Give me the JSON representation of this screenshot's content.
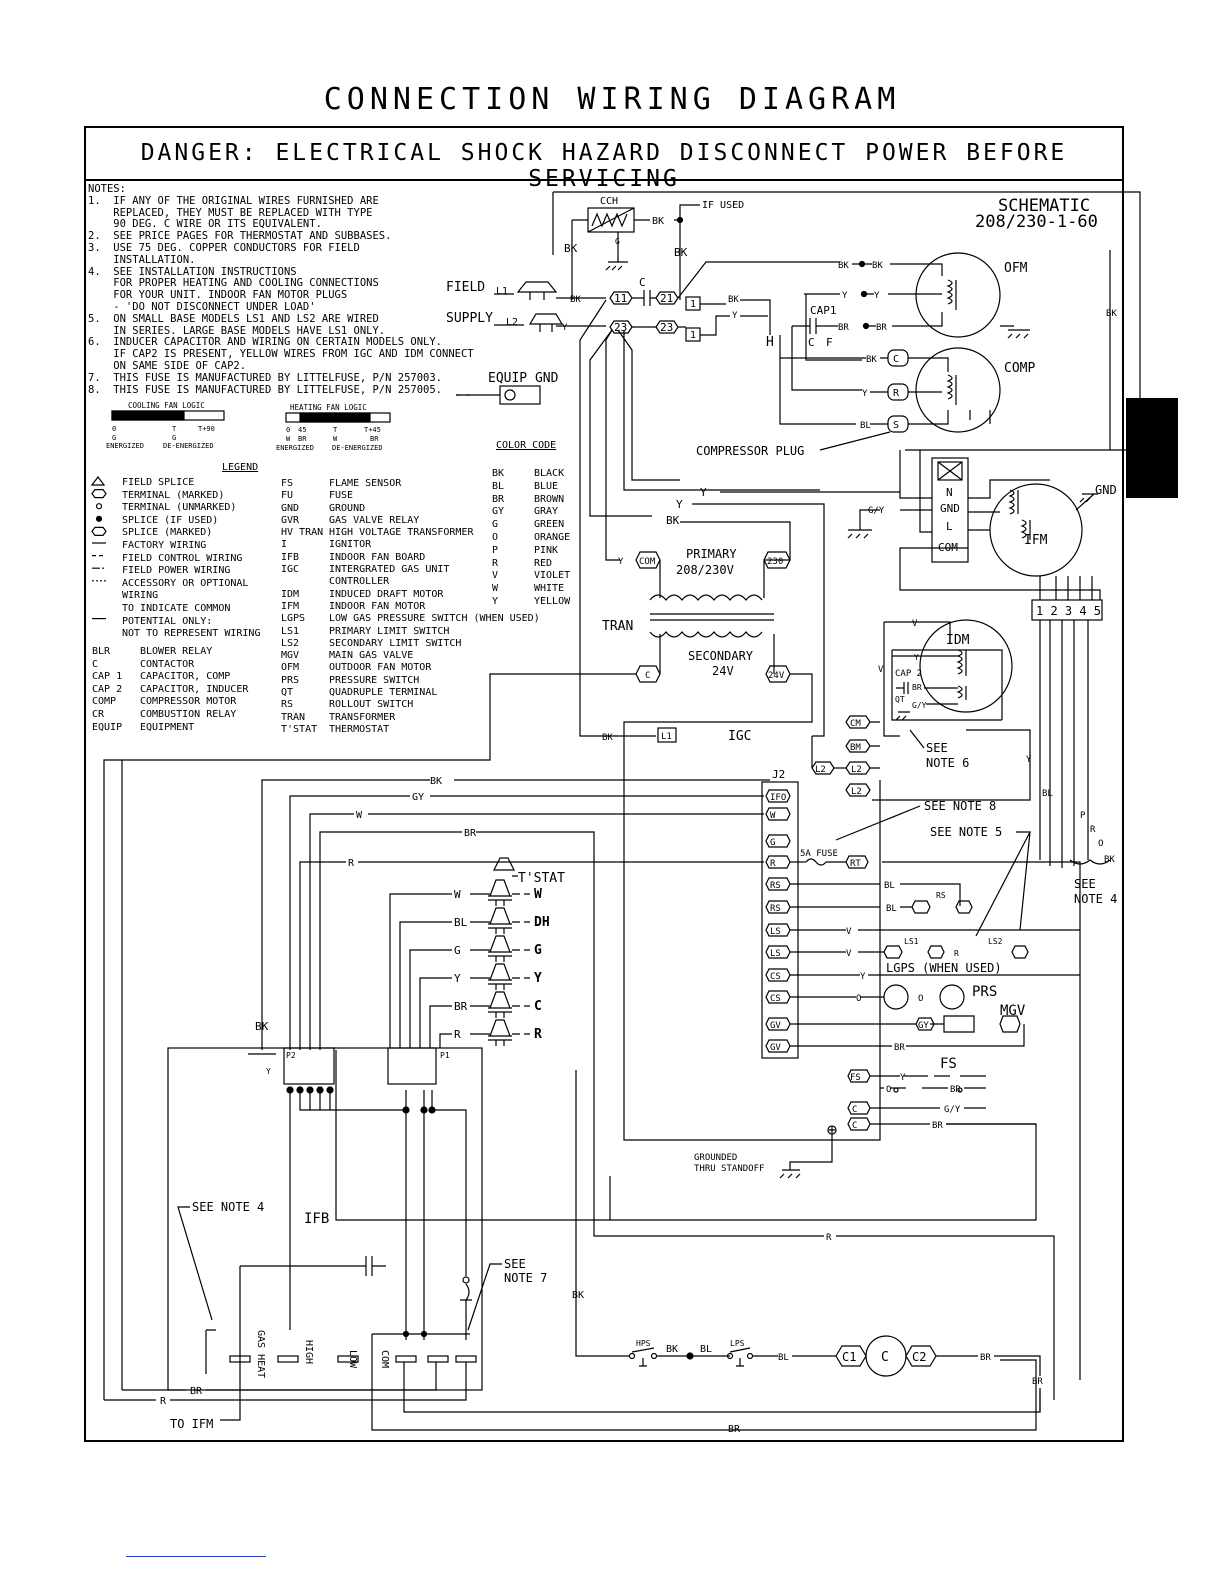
{
  "title": "CONNECTION WIRING DIAGRAM",
  "danger": "DANGER: ELECTRICAL SHOCK HAZARD DISCONNECT POWER BEFORE SERVICING",
  "notes_header": "NOTES:",
  "notes": [
    "1.  IF ANY OF THE ORIGINAL WIRES FURNISHED ARE",
    "    REPLACED, THEY MUST BE REPLACED WITH TYPE",
    "    90 DEG. C WIRE OR ITS EQUIVALENT.",
    "2.  SEE PRICE PAGES FOR THERMOSTAT AND SUBBASES.",
    "3.  USE 75 DEG. COPPER CONDUCTORS FOR FIELD",
    "    INSTALLATION.",
    "4.  SEE INSTALLATION INSTRUCTIONS",
    "    FOR PROPER HEATING AND COOLING CONNECTIONS",
    "    FOR YOUR UNIT. INDOOR FAN MOTOR PLUGS",
    "    - 'DO NOT DISCONNECT UNDER LOAD'",
    "5.  ON SMALL BASE MODELS LS1 AND LS2 ARE WIRED",
    "    IN SERIES. LARGE BASE MODELS HAVE LS1 ONLY.",
    "6.  INDUCER CAPACITOR AND WIRING ON CERTAIN MODELS ONLY.",
    "    IF CAP2 IS PRESENT, YELLOW WIRES FROM IGC AND IDM CONNECT",
    "    ON SAME SIDE OF CAP2.",
    "7.  THIS FUSE IS MANUFACTURED BY LITTELFUSE, P/N 257003.",
    "8.  THIS FUSE IS MANUFACTURED BY LITTELFUSE, P/N 257005."
  ],
  "cooling_fan_logic": {
    "title": "COOLING FAN LOGIC",
    "ticks": [
      "0",
      "T",
      "T+90"
    ],
    "states": [
      "G",
      "G"
    ],
    "captions": [
      "ENERGIZED",
      "DE-ENERGIZED"
    ]
  },
  "heating_fan_logic": {
    "title": "HEATING FAN LOGIC",
    "ticks": [
      "0",
      "45",
      "T",
      "T+45"
    ],
    "states": [
      "W",
      "BR",
      "W",
      "BR"
    ],
    "captions": [
      "ENERGIZED",
      "DE-ENERGIZED"
    ]
  },
  "color_code": {
    "title": "COLOR CODE",
    "rows": [
      [
        "BK",
        "BLACK"
      ],
      [
        "BL",
        "BLUE"
      ],
      [
        "BR",
        "BROWN"
      ],
      [
        "GY",
        "GRAY"
      ],
      [
        "G",
        "GREEN"
      ],
      [
        "O",
        "ORANGE"
      ],
      [
        "P",
        "PINK"
      ],
      [
        "R",
        "RED"
      ],
      [
        "V",
        "VIOLET"
      ],
      [
        "W",
        "WHITE"
      ],
      [
        "Y",
        "YELLOW"
      ]
    ]
  },
  "legend": {
    "title": "LEGEND",
    "symbols": [
      "FIELD SPLICE",
      "TERMINAL (MARKED)",
      "TERMINAL (UNMARKED)",
      "SPLICE (IF USED)",
      "SPLICE (MARKED)",
      "FACTORY WIRING",
      "FIELD CONTROL WIRING",
      "FIELD POWER WIRING",
      "ACCESSORY OR OPTIONAL",
      "WIRING",
      "",
      "TO INDICATE COMMON",
      "POTENTIAL ONLY:",
      "NOT TO REPRESENT WIRING"
    ],
    "abbrev_left": [
      [
        "BLR",
        "BLOWER RELAY"
      ],
      [
        "C",
        "CONTACTOR"
      ],
      [
        "CAP 1",
        "CAPACITOR, COMP"
      ],
      [
        "CAP 2",
        "CAPACITOR, INDUCER"
      ],
      [
        "COMP",
        "COMPRESSOR MOTOR"
      ],
      [
        "CR",
        "COMBUSTION RELAY"
      ],
      [
        "EQUIP",
        "EQUIPMENT"
      ]
    ],
    "abbrev_right": [
      [
        "FS",
        "FLAME SENSOR"
      ],
      [
        "FU",
        "FUSE"
      ],
      [
        "GND",
        "GROUND"
      ],
      [
        "GVR",
        "GAS VALVE RELAY"
      ],
      [
        "HV TRAN",
        "HIGH VOLTAGE TRANSFORMER"
      ],
      [
        "I",
        "IGNITOR"
      ],
      [
        "IFB",
        "INDOOR FAN BOARD"
      ],
      [
        "IGC",
        "INTERGRATED GAS UNIT"
      ],
      [
        "",
        "CONTROLLER"
      ],
      [
        "IDM",
        "INDUCED DRAFT MOTOR"
      ],
      [
        "IFM",
        "INDOOR FAN MOTOR"
      ],
      [
        "LGPS",
        "LOW GAS PRESSURE SWITCH (WHEN USED)"
      ],
      [
        "LS1",
        "PRIMARY LIMIT SWITCH"
      ],
      [
        "LS2",
        "SECONDARY LIMIT SWITCH"
      ],
      [
        "MGV",
        "MAIN GAS VALVE"
      ],
      [
        "OFM",
        "OUTDOOR FAN MOTOR"
      ],
      [
        "PRS",
        "PRESSURE SWITCH"
      ],
      [
        "QT",
        "QUADRUPLE TERMINAL"
      ],
      [
        "RS",
        "ROLLOUT SWITCH"
      ],
      [
        "TRAN",
        "TRANSFORMER"
      ],
      [
        "T'STAT",
        "THERMOSTAT"
      ]
    ]
  },
  "schematic": {
    "title": "SCHEMATIC",
    "rating": "208/230-1-60"
  },
  "labels": {
    "field": "FIELD",
    "supply": "SUPPLY",
    "l1": "L1",
    "l2": "L2",
    "equip_gnd": "EQUIP GND",
    "cch": "CCH",
    "if_used": "IF USED",
    "ofm": "OFM",
    "comp": "COMP",
    "cap1": "CAP1",
    "compressor_plug": "COMPRESSOR PLUG",
    "c": "C",
    "h": "H",
    "f": "F",
    "gnd": "GND",
    "n": "N",
    "l": "L",
    "com": "COM",
    "ifm": "IFM",
    "primary": "PRIMARY",
    "primary_v": "208/230V",
    "tran": "TRAN",
    "secondary": "SECONDARY",
    "secondary_v": "24V",
    "idm": "IDM",
    "cap2": "CAP 2",
    "qt": "QT",
    "see_note_6": "SEE",
    "note_6": "NOTE 6",
    "igc": "IGC",
    "j2": "J2",
    "see_note_8": "SEE NOTE 8",
    "see_note_5": "SEE NOTE 5",
    "fuse_5a": "5A FUSE",
    "see_note_4a": "SEE",
    "note_4a": "NOTE 4",
    "rs": "RS",
    "ls1": "LS1",
    "ls2": "LS2",
    "lgps": "LGPS (WHEN USED)",
    "prs": "PRS",
    "mgv": "MGV",
    "fs": "FS",
    "grounded": "GROUNDED",
    "thru_standoff": "THRU STANDOFF",
    "tstat": "T'STAT",
    "ifb": "IFB",
    "see_note_4b": "SEE NOTE 4",
    "see_note_7": "SEE",
    "note_7": "NOTE 7",
    "to_ifm": "TO IFM",
    "p1": "P1",
    "p2": "P2",
    "hps": "HPS",
    "lps": "LPS",
    "c1": "C1",
    "c2": "C2",
    "gas_heat": "GAS HEAT",
    "high": "HIGH",
    "low": "LOW",
    "ifm_plug": "1 2 3 4 5"
  },
  "terminals": {
    "t11": "11",
    "t21": "21",
    "t23a": "23",
    "t23b": "23",
    "t1a": "1",
    "t1b": "1",
    "c": "C",
    "r": "R",
    "s": "S",
    "com": "COM",
    "v230": "230",
    "tc": "C",
    "v24": "24V",
    "l1": "L1",
    "cm": "CM",
    "bm": "BM",
    "l2a": "L2",
    "l2b": "L2",
    "l2c": "L2",
    "ifo": "IFO",
    "w": "W",
    "g": "G",
    "r2": "R",
    "rt": "RT",
    "rs1": "RS",
    "rs2": "RS",
    "ls1": "LS",
    "ls2": "LS",
    "cs1": "CS",
    "cs2": "CS",
    "gv1": "GV",
    "gv2": "GV",
    "fs": "FS",
    "c1": "C",
    "c2": "C"
  },
  "tstat_terminals": [
    "W",
    "DH",
    "G",
    "Y",
    "C",
    "R"
  ],
  "tstat_wire_colors": [
    "W",
    "BL",
    "G",
    "Y",
    "BR",
    "R"
  ],
  "wire_labels": {
    "bk": "BK",
    "y": "Y",
    "gy": "GY",
    "w": "W",
    "br": "BR",
    "r": "R",
    "bl": "BL",
    "v": "V",
    "o": "O",
    "g_y": "G/Y",
    "g": "G",
    "p": "P"
  }
}
